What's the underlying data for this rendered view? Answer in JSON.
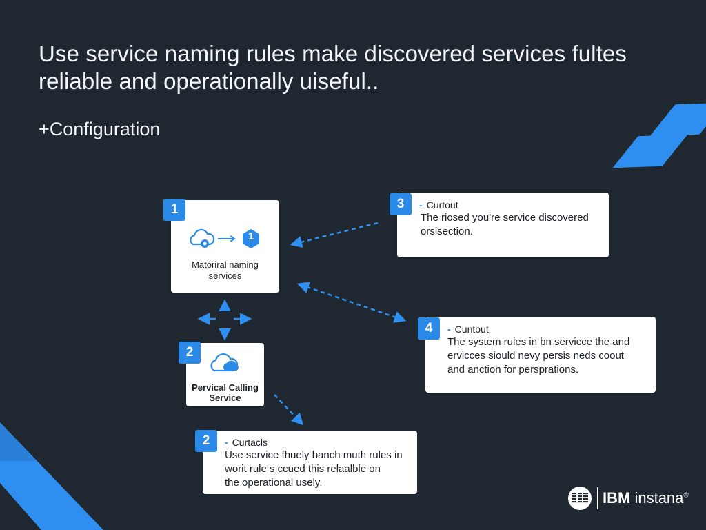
{
  "header": {
    "title": "Use service naming rules make discovered services fultes reliable and operationally uiseful..",
    "subtitle": "+Configuration"
  },
  "nodes": [
    {
      "number": "1",
      "label_line1": "Matoriral naming",
      "label_line2": "services",
      "inner_badge": "1"
    },
    {
      "number": "2",
      "label_line1": "Pervical Calling",
      "label_line2": "Service"
    }
  ],
  "callouts": [
    {
      "number": "3",
      "heading": "Curtout",
      "body_line1": "The riosed you're service discovered",
      "body_line2": "orsisection."
    },
    {
      "number": "4",
      "heading": "Cuntout",
      "body_line1": "The system rules in bn servicce the and",
      "body_line2": "ervicces siould nevy persis neds coout",
      "body_line3": "and anction for persprations."
    },
    {
      "number": "2",
      "heading": "Curtacls",
      "body_line1": "Use service fhuely banch muth rules in",
      "body_line2": "worit rule s ccued this relaalble on",
      "body_line3": "the operational usely."
    }
  ],
  "branding": {
    "company": "IBM",
    "product": "instana",
    "trademark": "®"
  },
  "colors": {
    "background": "#1f2731",
    "accent": "#2f8ff0",
    "card": "#ffffff"
  },
  "icons": [
    "cloud-icon",
    "arrow-right-icon",
    "hexagon-icon",
    "move-arrows-icon",
    "ibm-logo-icon"
  ]
}
